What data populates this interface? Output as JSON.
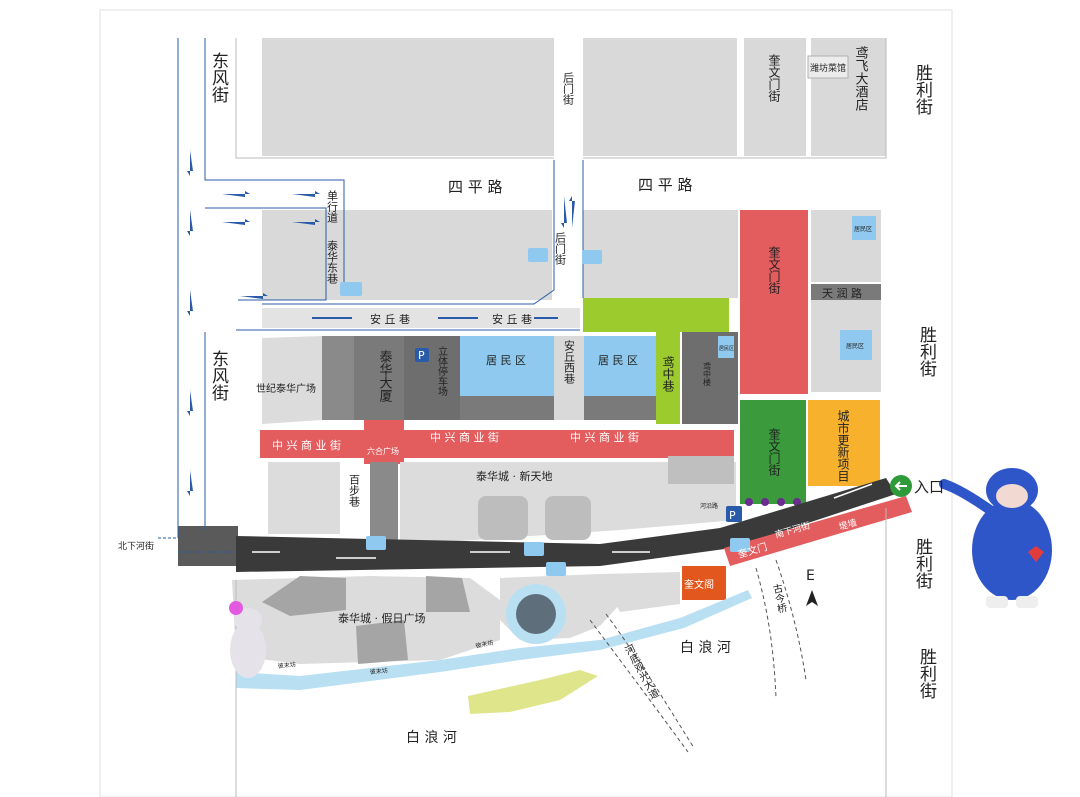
{
  "map": {
    "streets": {
      "dongfeng_top": "东风街",
      "dongfeng_bottom": "东风街",
      "shengli_1": "胜利街",
      "shengli_2": "胜利街",
      "shengli_3": "胜利街",
      "shengli_4": "胜利街",
      "siping_left": "四 平 路",
      "siping_right": "四 平 路",
      "houmen_top": "后门街",
      "houmen_mid": "后门街",
      "danxing": "单行道",
      "taihua_dong": "泰华东巷",
      "anqiu_1": "安 丘 巷",
      "anqiu_2": "安 丘 巷",
      "anqiu_west": "安丘西巷",
      "zhongxing_1": "中 兴 商 业 街",
      "zhongxing_2": "中 兴 商 业 街",
      "zhongxing_3": "中 兴 商 业 街",
      "baibu": "百步巷",
      "yuanzhong": "鸢中巷",
      "kuiwen_top": "奎文门街",
      "kuiwen_red": "奎文门街",
      "kuiwen_green": "奎文门街",
      "tianrun": "天 润 路",
      "beixiahe": "北下河街",
      "nanxiahe": "南下河街",
      "hedi": "堤墙",
      "hedi_road": "河底观光大道",
      "gujin_bridge": "古今桥",
      "bailang_1": "白 浪 河",
      "bailang_2": "白 浪 河",
      "river_label_1": "彼末坊",
      "river_label_2": "彼末坊",
      "river_label_3": "彼末坊",
      "small_road_label": "河沿路"
    },
    "places": {
      "weifang_caiguan": "潍坊菜馆",
      "yuanfei_hotel": "鸢飞大酒店",
      "shiji_taihua": "世纪泰华广场",
      "taihua_dasha": "泰华大厦",
      "parking_label": "立体停车场",
      "parking_icon": "P",
      "parking_icon_2": "P",
      "juminqu_1": "居 民 区",
      "juminqu_2": "居 民 区",
      "juminqu_small_1": "居民区",
      "juminqu_small_2": "居民区",
      "juminqu_small_3": "居民区",
      "yuanzhong_lou": "鸢中楼",
      "liuhe_plaza": "六合广场",
      "taihua_xintiandi": "泰华城 · 新天地",
      "taihua_jiari": "泰华城 · 假日广场",
      "chengshi_gengxin": "城市更新项目",
      "kuiwen_ge": "奎文阁",
      "kuiwen_men": "奎文门",
      "entrance": "入口"
    },
    "compass": "E",
    "colors": {
      "red": "#e35d5f",
      "green": "#3a9a3c",
      "lime": "#9ccb2e",
      "orange": "#f7b12c",
      "dark_road": "#3a3a3a",
      "river": "#b9dff2",
      "block_gray": "#d9d9d9",
      "dark_gray": "#8a8a8a",
      "blue_res": "#8fc9ef",
      "guide_line": "#2a5ba8",
      "purple": "#6a2c91",
      "kuiwen_ge": "#e2571e",
      "entrance_green": "#2f9a3a"
    },
    "icons": {
      "camera": "camera-icon",
      "parking": "parking-icon",
      "arrow": "arrow-icon",
      "entrance": "entrance-arrow-icon",
      "compass": "compass-icon",
      "mascot_blue": "mascot-blue-icon",
      "mascot_white": "mascot-white-icon"
    }
  }
}
